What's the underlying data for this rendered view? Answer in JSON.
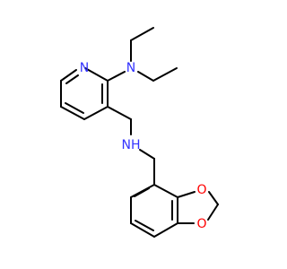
{
  "atom_labels": {
    "pyridine_n": "N",
    "amine_n": "N",
    "nh": "NH",
    "ether_o_upper": "O",
    "ether_o_lower": "O"
  },
  "colors": {
    "bond": "#000000",
    "nitrogen": "#3333ff",
    "oxygen": "#ff0000"
  }
}
